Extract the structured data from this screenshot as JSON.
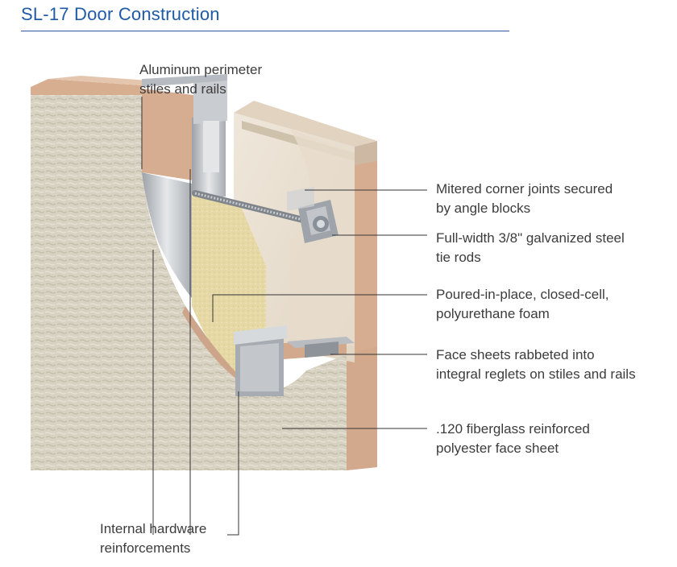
{
  "title": "SL-17 Door Construction",
  "callouts": {
    "perimeter": {
      "line1": "Aluminum perimeter",
      "line2": "stiles and rails"
    },
    "mitered": {
      "line1": "Mitered corner joints secured",
      "line2": "by angle blocks"
    },
    "tie_rods": {
      "line1": "Full-width 3/8\" galvanized steel",
      "line2": "tie rods"
    },
    "foam": {
      "line1": "Poured-in-place, closed-cell,",
      "line2": "polyurethane foam"
    },
    "face_sheets": {
      "line1": "Face sheets rabbeted into",
      "line2": "integral reglets on stiles and rails"
    },
    "fiberglass": {
      "line1": ".120 fiberglass reinforced",
      "line2": "polyester face sheet"
    },
    "hardware": {
      "line1": "Internal hardware",
      "line2": "reinforcements"
    }
  },
  "colors": {
    "title": "#1f5aa6",
    "face_sheet": "#d9d3c5",
    "frame": "#d6ab8e",
    "foam": "#e8dca8",
    "aluminum": "#b9bcc0",
    "leader": "#333333"
  }
}
